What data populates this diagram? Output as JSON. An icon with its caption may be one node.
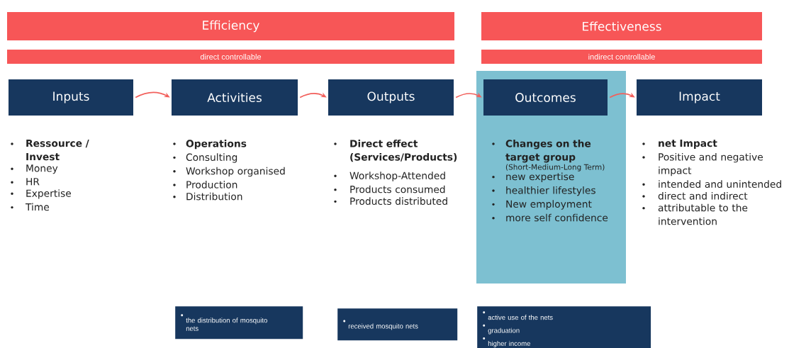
{
  "diagram": {
    "nodes": [
      {
        "text": [
          "Efficiency"
        ]
      },
      {
        "text": [
          "direct controllable"
        ]
      },
      {
        "text": [
          "Effectiveness"
        ]
      },
      {
        "text": [
          "indirect controllable"
        ]
      },
      {
        "text": [],
        "shape": "box"
      },
      {
        "text": [
          "Inputs"
        ],
        "beside": [
          "Ressource / Invest",
          "Money",
          "HR",
          "Expertise",
          "Time"
        ]
      },
      {
        "text": [
          "Activities"
        ],
        "beside": [
          "Operations",
          "Consulting",
          "Workshop organised",
          "Production",
          "Distribution"
        ]
      },
      {
        "text": [
          "Outputs"
        ],
        "beside": [
          "Direct effect (Services/Products)",
          "Workshop-Attended",
          "Products consumed",
          "Products distributed"
        ]
      },
      {
        "text": [
          "Outcomes"
        ],
        "in": 4,
        "beside": [
          "Changes on the target group",
          "(Short-Medium-Long Term)",
          "new expertise",
          "healthier lifestyles",
          "New employment",
          "more self confidence"
        ]
      },
      {
        "text": [
          "Impact"
        ],
        "beside": [
          "net Impact",
          "Positive and negative impact",
          "intended and unintended",
          "direct and indirect",
          "attributable to the intervention"
        ]
      },
      {
        "text": [
          "the distribution of mosquito nets"
        ]
      },
      {
        "text": [
          "received mosquito nets"
        ]
      },
      {
        "text": [
          "active use of the nets",
          "graduation",
          "higher income"
        ]
      }
    ],
    "edges": [
      {
        "from": 5,
        "to": 6,
        "arrow": "to"
      },
      {
        "from": 6,
        "to": 7,
        "arrow": "to"
      },
      {
        "from": 7,
        "to": 8,
        "arrow": "to"
      },
      {
        "from": 8,
        "to": 9,
        "arrow": "to"
      }
    ]
  }
}
